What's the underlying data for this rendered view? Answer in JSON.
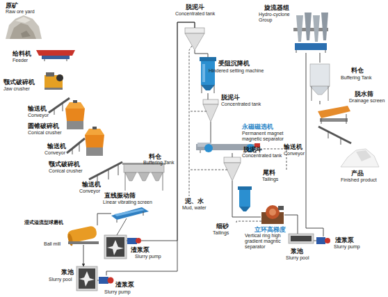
{
  "diagram": {
    "nodes": [
      {
        "text": [
          "原矿",
          "Raw ore yard"
        ]
      },
      {
        "text": [
          "给料机",
          "Feeder"
        ]
      },
      {
        "text": [
          "颚式破碎机",
          "Jaw crusher"
        ]
      },
      {
        "text": [
          "输送机",
          "Conveyor"
        ]
      },
      {
        "text": [
          "圆锥破碎机",
          "Conical crusher"
        ]
      },
      {
        "text": [
          "输送机",
          "Conveyor"
        ]
      },
      {
        "text": [
          "颚式破碎机",
          "Conical crusher"
        ]
      },
      {
        "text": [
          "输送机",
          "Conveyor"
        ]
      },
      {
        "text": [
          "料仓",
          "Buffering Tank"
        ]
      },
      {
        "text": [
          "直线振动筛",
          "Linear vibrating screen"
        ]
      },
      {
        "text": [
          "湿式溢流型球磨机",
          "Ball mill"
        ]
      },
      {
        "text": [
          "渣浆泵",
          "Slurry pump"
        ]
      },
      {
        "text": [
          "浆池",
          "Slurry pool"
        ]
      },
      {
        "text": [
          "渣浆泵",
          "Slurry pump"
        ]
      },
      {
        "text": [
          "脱泥斗",
          "Concentrated tank"
        ]
      },
      {
        "text": [
          "受阻沉降机",
          "Hindered setting machine"
        ]
      },
      {
        "text": [
          "脱泥斗",
          "Concentrated tank"
        ]
      },
      {
        "text": [
          "永磁磁选机",
          "Permanent magnet magnetic separator"
        ]
      },
      {
        "text": [
          "脱泥斗",
          "Concentrated tank"
        ]
      },
      {
        "text": [
          "立环高梯度",
          "Vertical ring high gradient magntic separator"
        ]
      },
      {
        "text": [
          "旋流器组",
          "Hydro-cyclone Group"
        ]
      },
      {
        "text": [
          "料仓",
          "Buffering Tank"
        ]
      },
      {
        "text": [
          "脱水筛",
          "Drainage screen"
        ]
      },
      {
        "text": [
          "输送机",
          "Conveyor"
        ]
      },
      {
        "text": [
          "产品",
          "Finished product"
        ]
      },
      {
        "text": [
          "浆池",
          "Slurry pool"
        ]
      },
      {
        "text": [
          "渣浆泵",
          "Slurry pump"
        ]
      }
    ],
    "edges": [
      {
        "from": 9,
        "to": 10,
        "arrow": "none"
      },
      {
        "from": 10,
        "to": 12,
        "arrow": "to"
      },
      {
        "from": 11,
        "to": 14,
        "arrow": "none"
      },
      {
        "from": 13,
        "to": 14,
        "arrow": "none"
      },
      {
        "from": 14,
        "to": 15,
        "arrow": "none"
      },
      {
        "from": 15,
        "to": 16,
        "arrow": "none"
      },
      {
        "from": 16,
        "to": 17,
        "arrow": "none"
      },
      {
        "from": 17,
        "to": 18,
        "arrow": "none"
      },
      {
        "from": 18,
        "to": 19,
        "arrow": "none"
      },
      {
        "from": 19,
        "to": 25,
        "arrow": "none"
      },
      {
        "from": 26,
        "to": 20,
        "arrow": "none"
      },
      {
        "from": 20,
        "to": 21,
        "arrow": "none"
      },
      {
        "from": 21,
        "to": 22,
        "arrow": "none"
      }
    ],
    "labels": [
      "尾料",
      "Tailings",
      "泥、水",
      "Mud, water",
      "细砂",
      "Tailings"
    ]
  }
}
